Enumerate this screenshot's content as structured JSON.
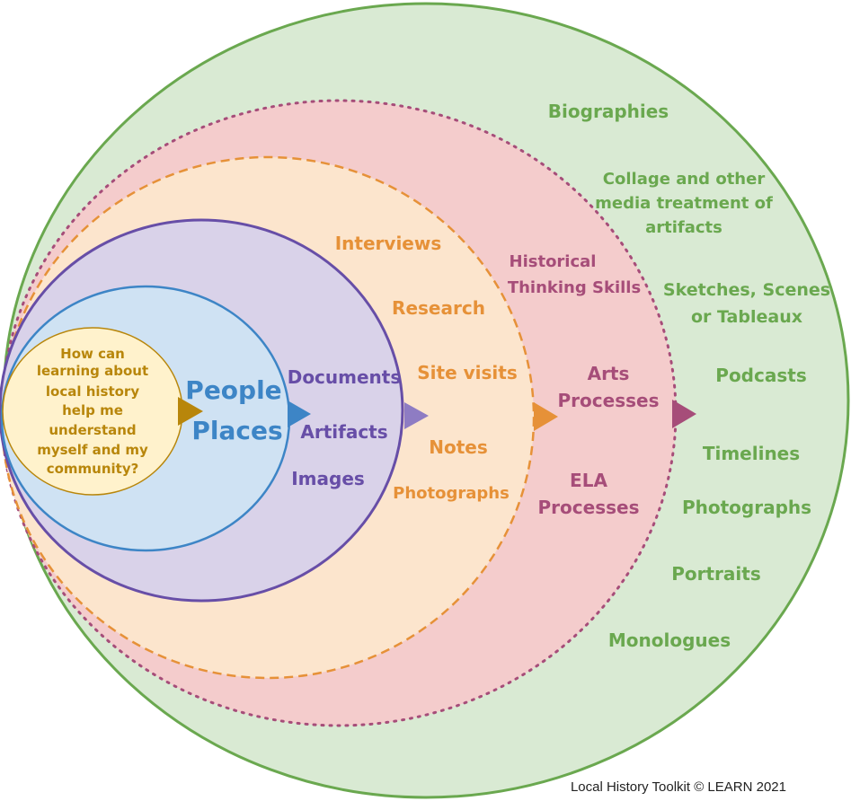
{
  "colors": {
    "outer_fill": "#d9ead3",
    "outer_stroke": "#6aa84f",
    "pink_fill": "#f4cccc",
    "pink_stroke": "#a64d79",
    "peach_fill": "#fce5cd",
    "peach_stroke": "#e69138",
    "lavender_fill": "#d9d2e9",
    "lavender_stroke": "#674ea7",
    "blue_fill": "#cfe2f3",
    "blue_stroke": "#3d85c6",
    "core_fill": "#fff2cc",
    "core_stroke": "#b8860b"
  },
  "core": {
    "lines": [
      "How can",
      "learning about",
      "local history",
      "help me",
      "understand",
      "myself and my",
      "community?"
    ]
  },
  "people_places": {
    "line1": "People",
    "line2": "Places"
  },
  "sources": [
    "Documents",
    "Artifacts",
    "Images"
  ],
  "methods": [
    "Interviews",
    "Research",
    "Site visits",
    "Notes",
    "Photographs"
  ],
  "processes": {
    "historical_line1": "Historical",
    "historical_line2": "Thinking Skills",
    "arts_line1": "Arts",
    "arts_line2": "Processes",
    "ela_line1": "ELA",
    "ela_line2": "Processes"
  },
  "products": {
    "biographies": "Biographies",
    "collage_line1": "Collage and other",
    "collage_line2": "media treatment of",
    "collage_line3": "artifacts",
    "sketches_line1": "Sketches, Scenes",
    "sketches_line2": "or Tableaux",
    "podcasts": "Podcasts",
    "timelines": "Timelines",
    "photographs": "Photographs",
    "portraits": "Portraits",
    "monologues": "Monologues"
  },
  "credit": "Local History Toolkit © LEARN 2021"
}
